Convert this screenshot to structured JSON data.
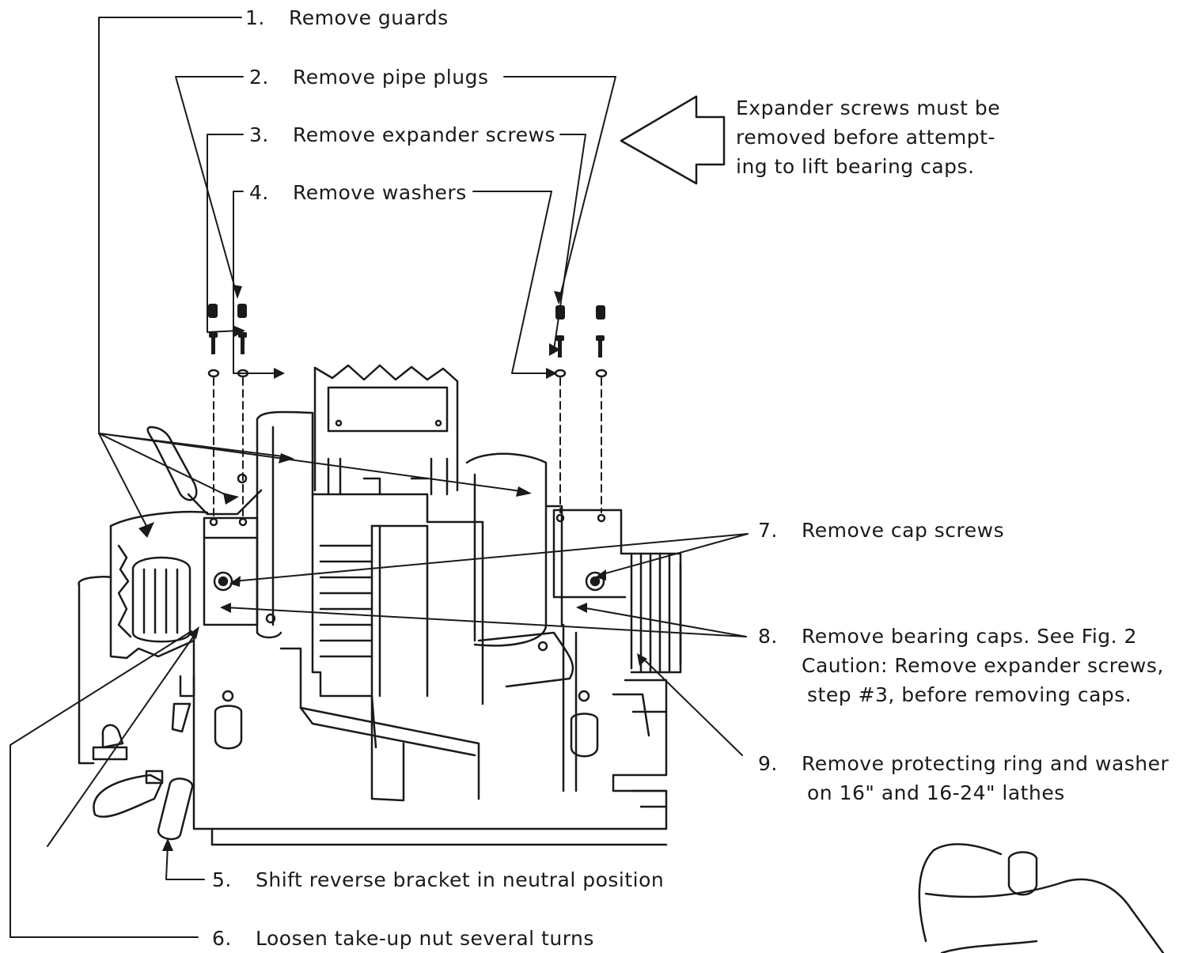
{
  "steps": [
    {
      "num": "1.",
      "text": "Remove guards"
    },
    {
      "num": "2.",
      "text": "Remove pipe plugs"
    },
    {
      "num": "3.",
      "text": "Remove expander screws"
    },
    {
      "num": "4.",
      "text": "Remove washers"
    },
    {
      "num": "5.",
      "text": "Shift reverse bracket in neutral position"
    },
    {
      "num": "6.",
      "text": "Loosen take-up nut several turns"
    },
    {
      "num": "7.",
      "text": "Remove cap screws"
    },
    {
      "num": "8.",
      "text": "Remove bearing caps.  See Fig. 2"
    },
    {
      "num": "9.",
      "text": "Remove protecting ring and washer"
    }
  ],
  "step8_lines": [
    "Caution:  Remove expander screws,",
    "step #3, before removing caps."
  ],
  "step9_line2": "on 16\" and 16-24\" lathes",
  "note_lines": [
    "Expander screws must be",
    "removed before attempt-",
    "ing to lift bearing caps."
  ],
  "colors": {
    "ink": "#1a1a1a",
    "paper": "#ffffff"
  }
}
